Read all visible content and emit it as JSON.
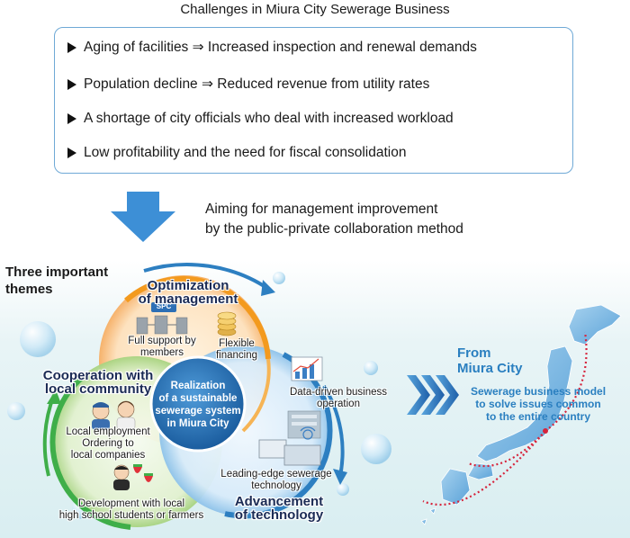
{
  "title": "Challenges in Miura City Sewerage Business",
  "challenges": [
    "Aging of facilities ⇒ Increased inspection and renewal demands",
    "Population decline ⇒ Reduced revenue from utility rates",
    "A shortage of city officials who deal with increased workload",
    "Low profitability and the need for fiscal consolidation"
  ],
  "aim": {
    "line1": "Aiming for management improvement",
    "line2": "by the public-private collaboration method"
  },
  "themes_heading": {
    "line1": "Three important",
    "line2": "themes"
  },
  "themes": {
    "optimization": {
      "title_line1": "Optimization",
      "title_line2": "of management",
      "spc_badge": "SPC",
      "support_line1": "Full support by",
      "support_line2": "members",
      "financing_line1": "Flexible",
      "financing_line2": "financing",
      "color": "#f39a1e"
    },
    "cooperation": {
      "title_line1": "Cooperation with",
      "title_line2": "local community",
      "employment_line1": "Local employment",
      "employment_line2": "Ordering to",
      "employment_line3": "local companies",
      "development_line1": "Development with local",
      "development_line2": "high school students or farmers",
      "color": "#3fae49"
    },
    "advancement": {
      "title_line1": "Advancement",
      "title_line2": "of technology",
      "data_line1": "Data-driven business",
      "data_line2": "operation",
      "tech_line1": "Leading-edge sewerage",
      "tech_line2": "technology",
      "color": "#2d7fc1"
    }
  },
  "center": {
    "line1": "Realization",
    "line2": "of a sustainable",
    "line3": "sewerage system",
    "line4": "in Miura City"
  },
  "from": {
    "line1": "From",
    "line2": "Miura City"
  },
  "model": {
    "line1": "Sewerage business model",
    "line2": "to solve issues common",
    "line3": "to the entire country"
  }
}
